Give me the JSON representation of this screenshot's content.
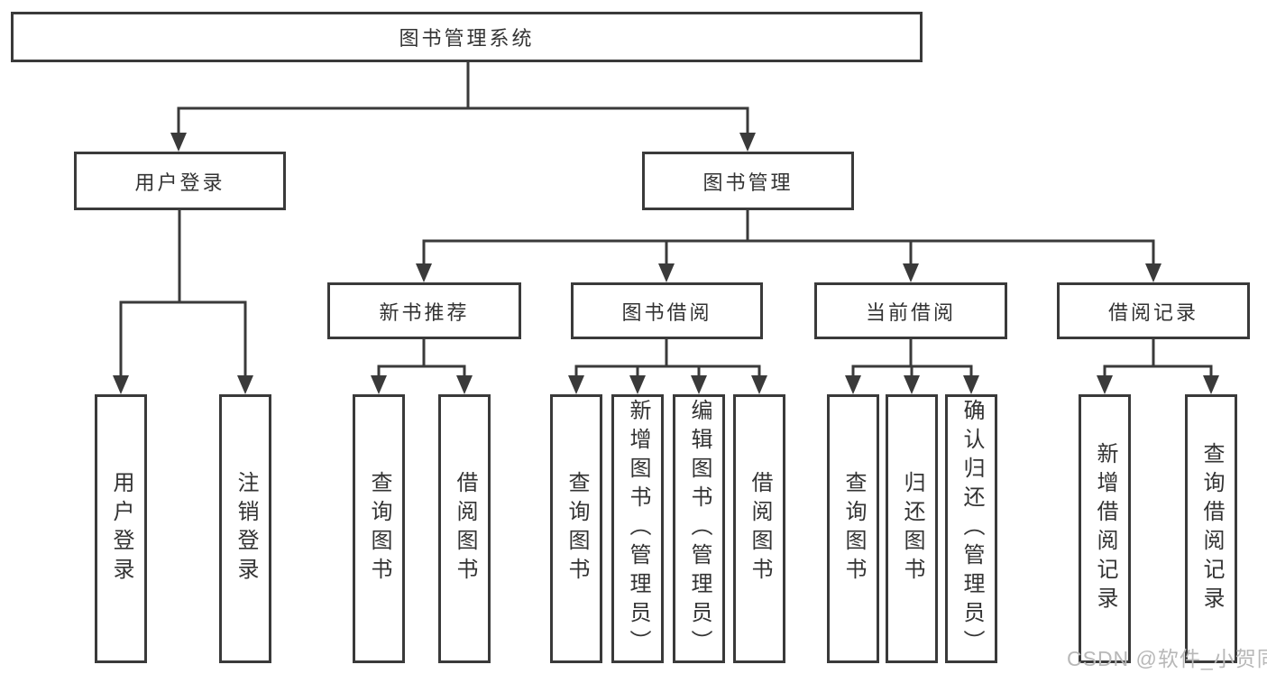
{
  "diagram": {
    "root": {
      "label": "图书管理系统"
    },
    "level2": [
      {
        "label": "用户登录",
        "children": [
          {
            "label": "用户登录"
          },
          {
            "label": "注销登录"
          }
        ]
      },
      {
        "label": "图书管理",
        "sections": [
          {
            "label": "新书推荐",
            "children": [
              {
                "label": "查询图书"
              },
              {
                "label": "借阅图书"
              }
            ]
          },
          {
            "label": "图书借阅",
            "children": [
              {
                "label": "查询图书"
              },
              {
                "label": "新增图书（管理员）"
              },
              {
                "label": "编辑图书（管理员）"
              },
              {
                "label": "借阅图书"
              }
            ]
          },
          {
            "label": "当前借阅",
            "children": [
              {
                "label": "查询图书"
              },
              {
                "label": "归还图书"
              },
              {
                "label": "确认归还（管理员）"
              }
            ]
          },
          {
            "label": "借阅记录",
            "children": [
              {
                "label": "新增借阅记录"
              },
              {
                "label": "查询借阅记录"
              }
            ]
          }
        ]
      }
    ]
  },
  "watermark": {
    "text": "CSDN @软件_小贺同学"
  },
  "colors": {
    "line": "#3a3a3a",
    "text": "#333333",
    "watermark": "#b8b8b8",
    "background": "#ffffff"
  }
}
